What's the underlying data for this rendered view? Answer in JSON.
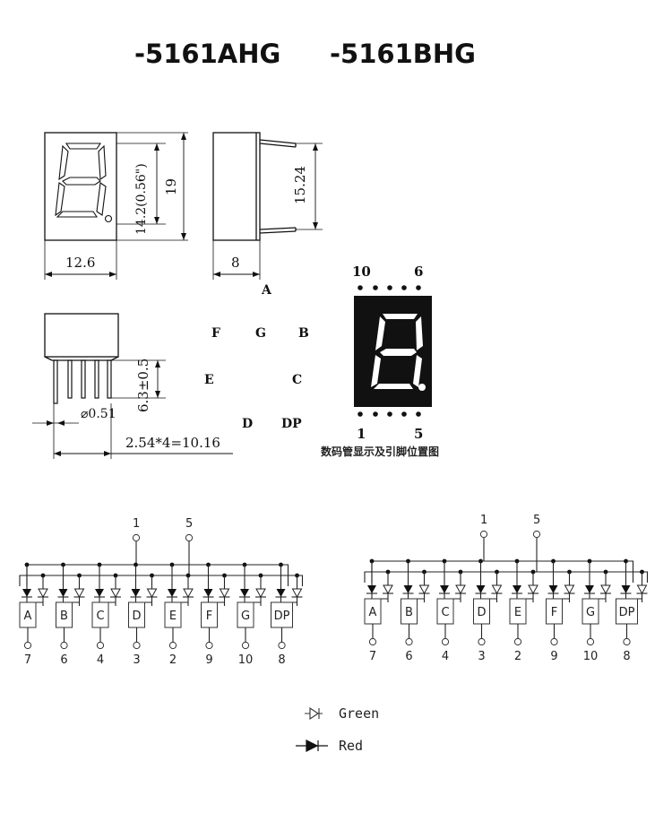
{
  "titles": {
    "left": "-5161AHG",
    "right": "-5161BHG"
  },
  "dimensions": {
    "width_front": "12.6",
    "height_digit": "14.2(0.56\")",
    "height_total": "19",
    "width_side": "8",
    "height_side": "15.24",
    "pin_length": "6.3±0.5",
    "pin_dia": "⌀0.51",
    "pin_pitch": "2.54*4=10.16"
  },
  "segment_labels": {
    "a": "A",
    "f": "F",
    "g": "G",
    "b": "B",
    "e": "E",
    "c": "C",
    "d": "D",
    "dp": "DP"
  },
  "pinout": {
    "top_left": "10",
    "top_right": "6",
    "bottom_left": "1",
    "bottom_right": "5",
    "caption": "数码管显示及引脚位置图"
  },
  "schematic": {
    "common_pins": [
      "1",
      "5"
    ],
    "segments": [
      "A",
      "B",
      "C",
      "D",
      "E",
      "F",
      "G",
      "DP"
    ],
    "pins": [
      "7",
      "6",
      "4",
      "3",
      "2",
      "9",
      "10",
      "8"
    ]
  },
  "legend": {
    "green": "Green",
    "red": "Red"
  }
}
